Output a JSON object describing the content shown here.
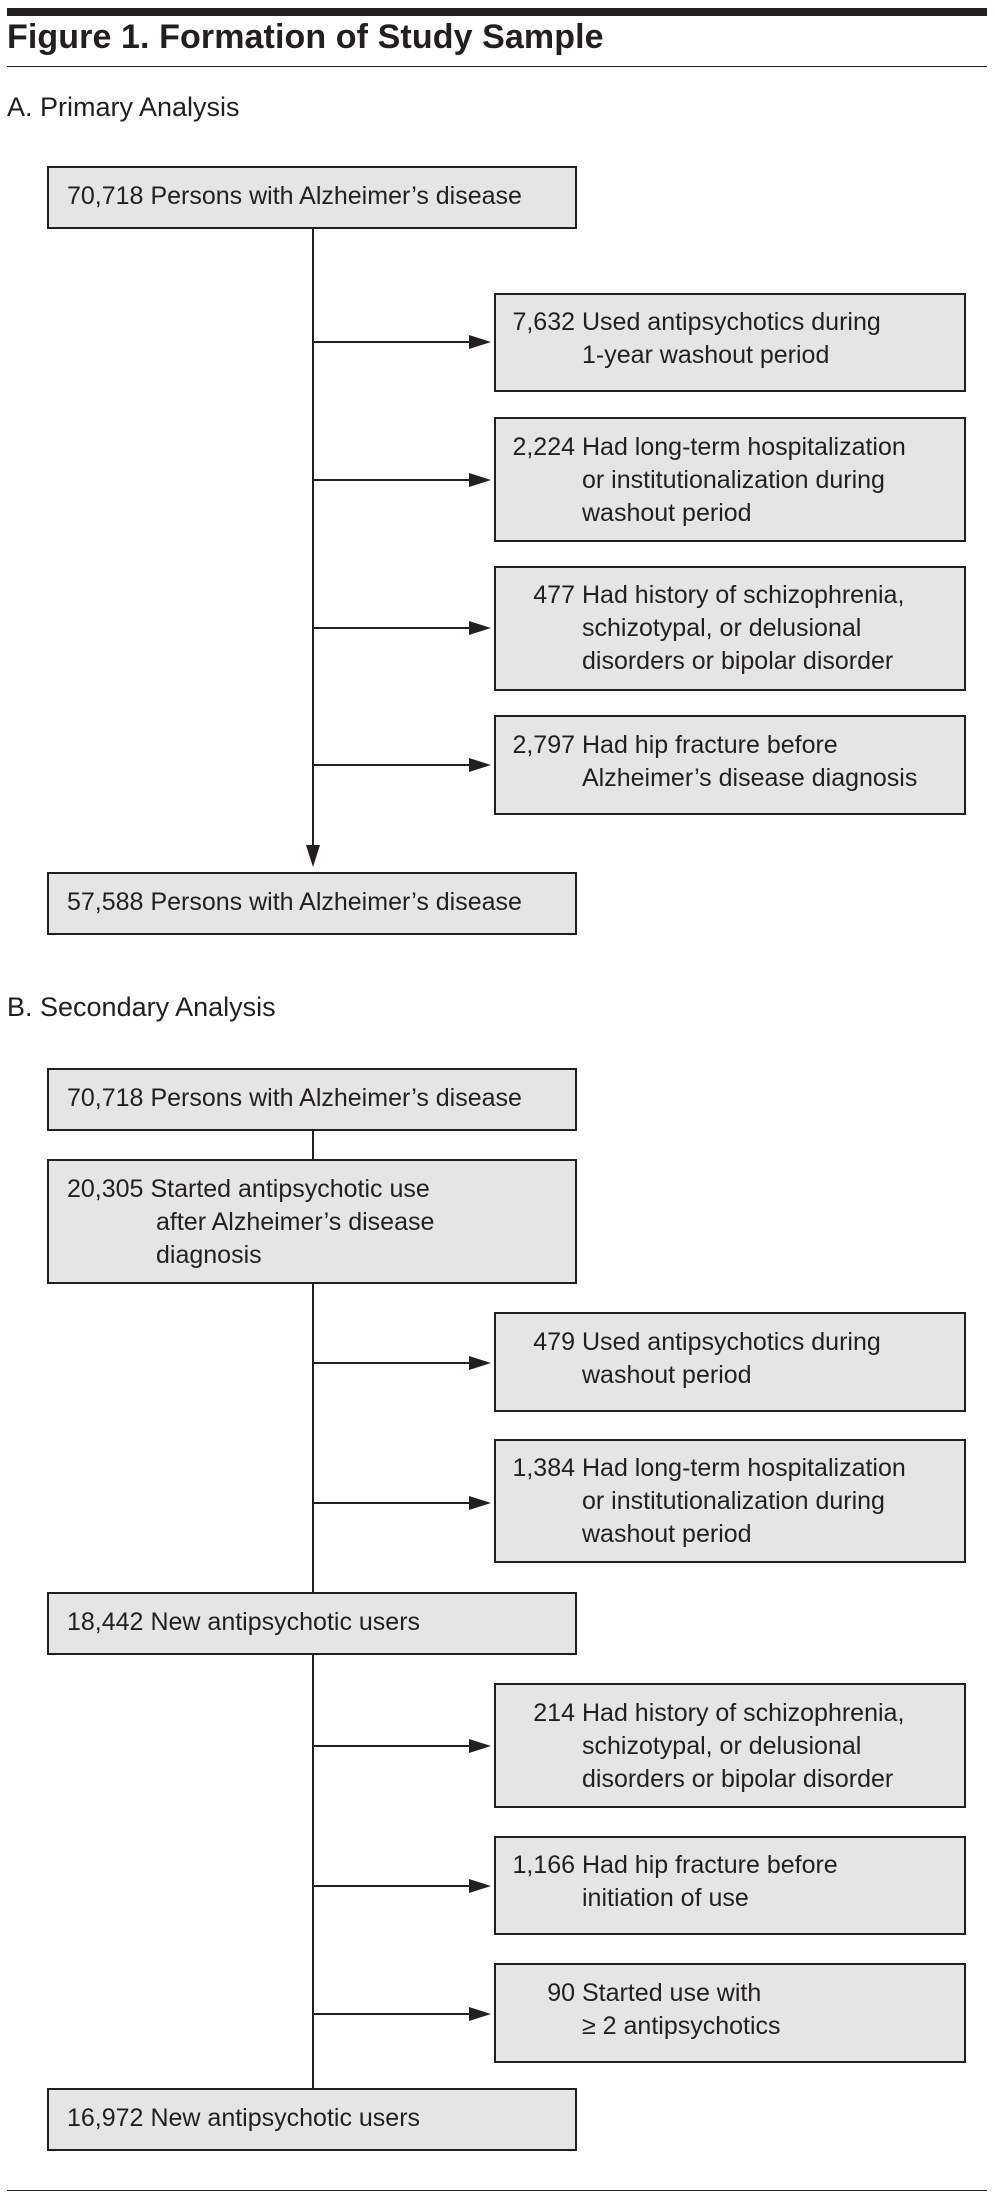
{
  "figure": {
    "title": "Figure 1. Formation of Study Sample"
  },
  "primary": {
    "title": "A. Primary Analysis",
    "start": {
      "count": "70,718",
      "text": "Persons with Alzheimer’s disease"
    },
    "exclusions": [
      {
        "count": "7,632",
        "lines": [
          "Used antipsychotics during",
          "1-year washout period"
        ]
      },
      {
        "count": "2,224",
        "lines": [
          "Had long-term hospitalization",
          "or institutionalization during",
          "washout period"
        ]
      },
      {
        "count": "477",
        "lines": [
          "Had history of schizophrenia,",
          "schizotypal, or delusional",
          "disorders or bipolar disorder"
        ]
      },
      {
        "count": "2,797",
        "lines": [
          "Had hip fracture before",
          "Alzheimer’s disease diagnosis"
        ]
      }
    ],
    "final": {
      "count": "57,588",
      "text": "Persons with Alzheimer’s disease"
    }
  },
  "secondary": {
    "title": "B. Secondary Analysis",
    "start": {
      "count": "70,718",
      "text": "Persons with Alzheimer’s disease"
    },
    "started": {
      "count": "20,305",
      "lines": [
        "Started antipsychotic use",
        "after Alzheimer’s disease",
        "diagnosis"
      ]
    },
    "exclusions_1": [
      {
        "count": "479",
        "lines": [
          "Used antipsychotics during",
          "washout period"
        ]
      },
      {
        "count": "1,384",
        "lines": [
          "Had long-term hospitalization",
          "or institutionalization during",
          "washout period"
        ]
      }
    ],
    "intermediate": {
      "count": "18,442",
      "text": "New antipsychotic users"
    },
    "exclusions_2": [
      {
        "count": "214",
        "lines": [
          "Had history of schizophrenia,",
          "schizotypal, or delusional",
          "disorders or bipolar disorder"
        ]
      },
      {
        "count": "1,166",
        "lines": [
          "Had hip fracture before",
          "initiation of use"
        ]
      },
      {
        "count": "90",
        "lines": [
          "Started use with",
          "≥ 2 antipsychotics"
        ]
      }
    ],
    "final": {
      "count": "16,972",
      "text": "New antipsychotic users"
    }
  }
}
